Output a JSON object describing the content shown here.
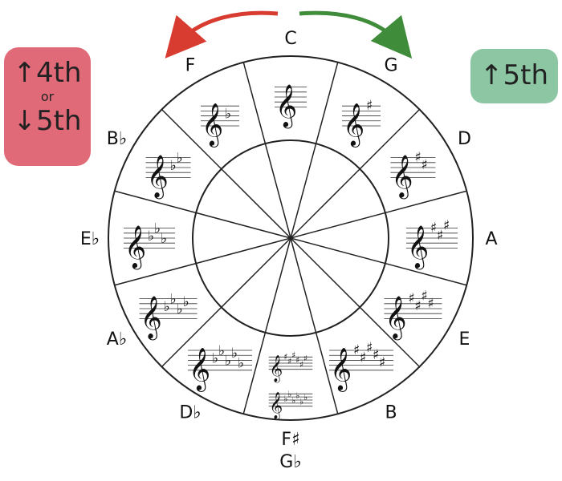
{
  "colors": {
    "badge_left": "#e16a79",
    "badge_right": "#8cc6a3",
    "arrow_left": "#d83c30",
    "arrow_right": "#3f8c3a",
    "line": "#222222"
  },
  "badges": {
    "left": {
      "line1": "↑4th",
      "line2": "or",
      "line3": "↓5th"
    },
    "right": {
      "text": "↑5th"
    }
  },
  "keys": [
    {
      "label": "C",
      "sig": "none",
      "count": 0
    },
    {
      "label": "G",
      "sig": "sharp",
      "count": 1
    },
    {
      "label": "D",
      "sig": "sharp",
      "count": 2
    },
    {
      "label": "A",
      "sig": "sharp",
      "count": 3
    },
    {
      "label": "E",
      "sig": "sharp",
      "count": 4
    },
    {
      "label": "B",
      "sig": "sharp",
      "count": 5
    },
    {
      "label": "F♯",
      "label2": "G♭",
      "sig": "both",
      "count": 6
    },
    {
      "label": "D♭",
      "sig": "flat",
      "count": 5
    },
    {
      "label": "A♭",
      "sig": "flat",
      "count": 4
    },
    {
      "label": "E♭",
      "sig": "flat",
      "count": 3
    },
    {
      "label": "B♭",
      "sig": "flat",
      "count": 2
    },
    {
      "label": "F",
      "sig": "flat",
      "count": 1
    }
  ]
}
